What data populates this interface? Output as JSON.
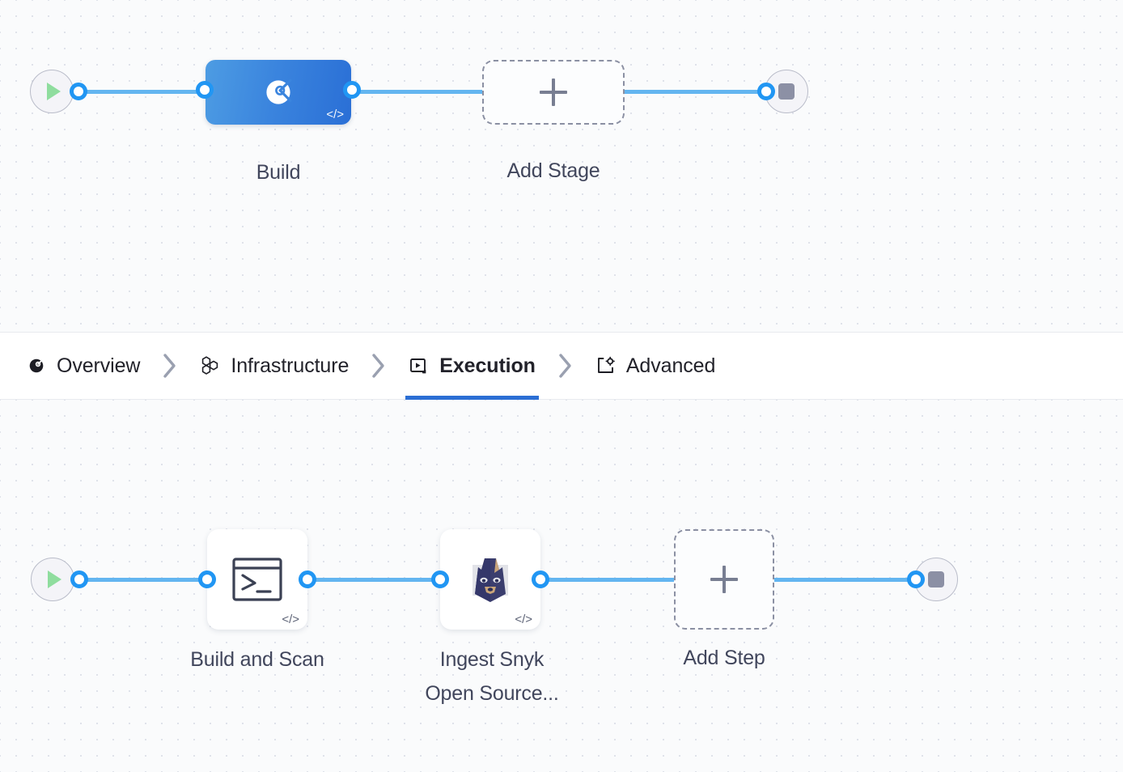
{
  "tabs": [
    {
      "id": "overview",
      "label": "Overview",
      "icon": "overview-icon",
      "active": false
    },
    {
      "id": "infrastructure",
      "label": "Infrastructure",
      "icon": "infrastructure-icon",
      "active": false
    },
    {
      "id": "execution",
      "label": "Execution",
      "icon": "execution-icon",
      "active": true
    },
    {
      "id": "advanced",
      "label": "Advanced",
      "icon": "advanced-icon",
      "active": false
    }
  ],
  "stage_graph": {
    "start_node": {
      "name": "pipeline-start",
      "icon": "play-icon"
    },
    "end_node": {
      "name": "pipeline-end",
      "icon": "stop-icon"
    },
    "stages": [
      {
        "id": "build",
        "label": "Build",
        "icon": "harness-ci-build-icon",
        "selected": true,
        "code_badge": "</>"
      }
    ],
    "add_stage": {
      "label": "Add Stage",
      "icon": "plus-icon"
    }
  },
  "execution_graph": {
    "start_node": {
      "name": "execution-start",
      "icon": "play-icon"
    },
    "end_node": {
      "name": "execution-end",
      "icon": "stop-icon"
    },
    "steps": [
      {
        "id": "build-and-scan",
        "label": "Build and Scan",
        "icon": "terminal-icon",
        "code_badge": "</>"
      },
      {
        "id": "ingest-snyk-os",
        "label": "Ingest Snyk\nOpen Source...",
        "icon": "snyk-dog-icon",
        "code_badge": "</>"
      }
    ],
    "add_step": {
      "label": "Add Step",
      "icon": "plus-icon"
    }
  },
  "colors": {
    "accent": "#2b6ed4",
    "wire": "#63b5f0",
    "port_ring": "#2196f3",
    "stage_gradient_from": "#4d9ce3",
    "stage_gradient_to": "#2a6fd6",
    "canvas_bg": "#fafbfc",
    "play_green": "#8fdd9e",
    "stop_gray": "#8c90a5",
    "caption_text": "#41465c",
    "tab_text": "#22222a"
  }
}
